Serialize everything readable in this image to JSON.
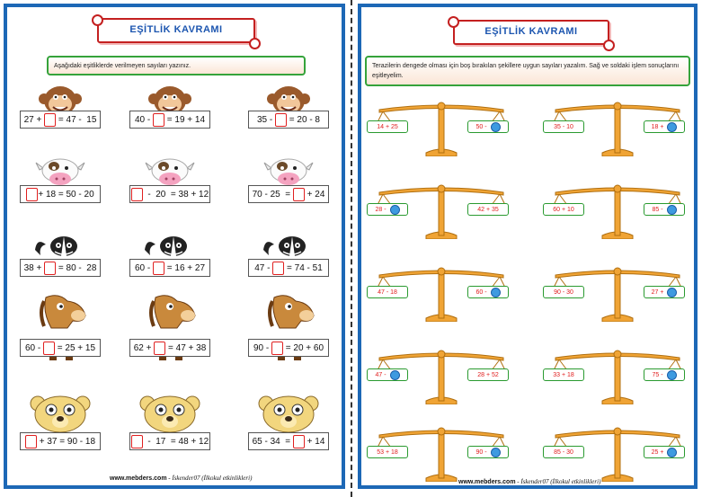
{
  "left_page": {
    "title": "EŞİTLİK KAVRAMI",
    "instruction": "Aşağıdaki eşitliklerde verilmeyen sayıları yazınız.",
    "rows": [
      {
        "animal": "monkey",
        "items": [
          {
            "before": "27 + ",
            "after": " = 47 -  15"
          },
          {
            "before": "40 - ",
            "after": " = 19 + 14"
          },
          {
            "before": "35 - ",
            "after": " = 20 - 8"
          }
        ]
      },
      {
        "animal": "cow",
        "items": [
          {
            "before": "",
            "after": "+ 18 = 50 - 20"
          },
          {
            "before": "",
            "after": "  -  20  = 38 + 12"
          },
          {
            "before": "70 - 25  = ",
            "after": " + 24"
          }
        ]
      },
      {
        "animal": "skunk",
        "items": [
          {
            "before": "38 + ",
            "after": " = 80 -  28"
          },
          {
            "before": "60 - ",
            "after": " = 16 + 27"
          },
          {
            "before": "47 - ",
            "after": " = 74 - 51"
          }
        ]
      },
      {
        "animal": "horse",
        "items": [
          {
            "before": "60 - ",
            "after": " = 25 + 15"
          },
          {
            "before": "62 + ",
            "after": " = 47 + 38"
          },
          {
            "before": "90 - ",
            "after": " = 20 + 60"
          }
        ]
      },
      {
        "animal": "bear",
        "items": [
          {
            "before": "",
            "after": " + 37 = 90 - 18"
          },
          {
            "before": "",
            "after": "  -  17  = 48 + 12"
          },
          {
            "before": "65 - 34  = ",
            "after": " + 14"
          }
        ]
      }
    ],
    "footer_site": "www.mebders.com",
    "footer_author": " - İskender07 (İlkokul etkinlikleri)"
  },
  "right_page": {
    "title": "EŞİTLİK KAVRAMI",
    "instruction": "Terazilerin dengede olması için boş bırakılan şekillere uygun sayıları yazalım. Sağ ve soldaki işlem sonuçlarını eşitleyelim.",
    "scales": [
      {
        "left": "14 + 25",
        "left_blank": false,
        "right": "50 - ",
        "right_blank": true
      },
      {
        "left": "35 - 10",
        "left_blank": false,
        "right": "18 + ",
        "right_blank": true
      },
      {
        "left": "28 - ",
        "left_blank": true,
        "right": "42 + 35",
        "right_blank": false
      },
      {
        "left": "60 + 10",
        "left_blank": false,
        "right": "85 - ",
        "right_blank": true
      },
      {
        "left": "47 - 18",
        "left_blank": false,
        "right": "60 - ",
        "right_blank": true
      },
      {
        "left": "90 - 30",
        "left_blank": false,
        "right": "27 + ",
        "right_blank": true
      },
      {
        "left": "47 - ",
        "left_blank": true,
        "right": "28 + 52",
        "right_blank": false
      },
      {
        "left": "33 + 18",
        "left_blank": false,
        "right": "75 - ",
        "right_blank": true
      },
      {
        "left": "53 + 18",
        "left_blank": false,
        "right": "90 - ",
        "right_blank": true
      },
      {
        "left": "85 - 30",
        "left_blank": false,
        "right": "25 + ",
        "right_blank": true
      }
    ],
    "footer_site": "www.mebders.com",
    "footer_author": " - İskender07 (İlkokul etkinlikleri)"
  },
  "colors": {
    "frame": "#1d68b6",
    "banner_border": "#c42020",
    "title_text": "#1d56b0",
    "instruction_border": "#35a33b",
    "blank_border": "#e02020",
    "scale_body": "#f0a435"
  }
}
